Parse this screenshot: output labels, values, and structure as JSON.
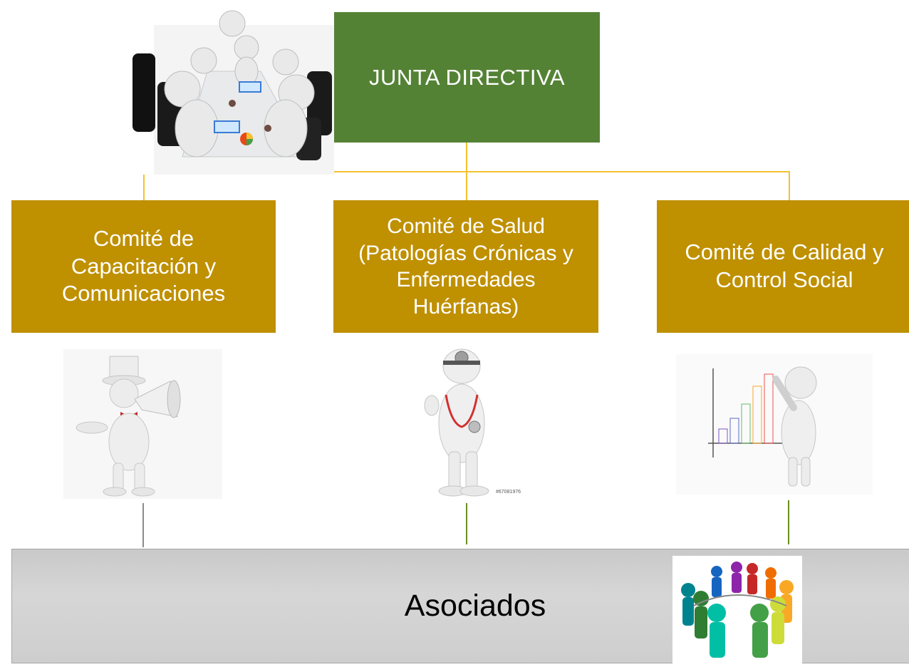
{
  "junta": {
    "label": "JUNTA DIRECTIVA"
  },
  "committees": [
    {
      "label": "Comité de Capacitación y Comunicaciones",
      "lines": [
        "Comité de",
        "Capacitación y",
        "Comunicaciones"
      ]
    },
    {
      "label": "Comité de Salud (Patologías Crónicas y Enfermedades Huérfanas)",
      "lines": [
        "Comité de Salud",
        "(Patologías Crónicas y",
        "Enfermedades",
        "Huérfanas)"
      ]
    },
    {
      "label": "Comité de Calidad y Control Social",
      "lines": [
        "Comité de Calidad y",
        "Control Social"
      ]
    }
  ],
  "bottom": {
    "label": "Asociados"
  },
  "images": {
    "meeting": "meeting-illustration",
    "megaphone": "megaphone-figure-illustration",
    "doctor": "doctor-figure-illustration",
    "chart": "chart-figure-illustration",
    "circle": "people-circle-illustration",
    "doctor_caption": "#67081976"
  },
  "colors": {
    "green": "#548235",
    "gold": "#bf9000",
    "connector": "#f2c230",
    "grey": "#d0d0d0"
  }
}
